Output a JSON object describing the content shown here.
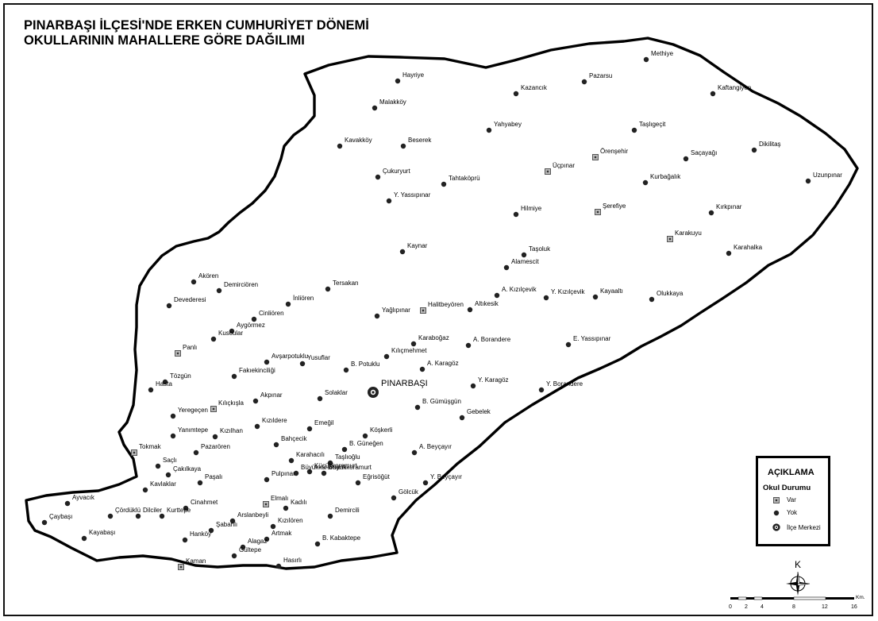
{
  "title": {
    "line1": "PINARBAŞI İLÇESİ'NDE ERKEN CUMHURİYET DÖNEMİ",
    "line2": "OKULLARININ MAHALLERE GÖRE DAĞILIMI"
  },
  "legend": {
    "title": "AÇIKLAMA",
    "subtitle": "Okul Durumu",
    "items": [
      {
        "label": "Var",
        "symbol": "square"
      },
      {
        "label": "Yok",
        "symbol": "dot"
      },
      {
        "label": "İlçe Merkezi",
        "symbol": "center"
      }
    ]
  },
  "north": {
    "label": "K"
  },
  "scale": {
    "ticks": [
      "0",
      "2",
      "4",
      "8",
      "12",
      "16"
    ],
    "unit": "Km."
  },
  "center": {
    "name": "PINARBAŞI"
  },
  "settlements": [
    {
      "name": "Methiye",
      "school": "yok"
    },
    {
      "name": "Pazarsu",
      "school": "yok"
    },
    {
      "name": "Hayriye",
      "school": "yok"
    },
    {
      "name": "Kazancık",
      "school": "yok"
    },
    {
      "name": "Kaftangiyen",
      "school": "yok"
    },
    {
      "name": "Malakköy",
      "school": "yok"
    },
    {
      "name": "Taşlıgeçit",
      "school": "yok"
    },
    {
      "name": "Yahyabey",
      "school": "yok"
    },
    {
      "name": "Kavakköy",
      "school": "yok"
    },
    {
      "name": "Beserek",
      "school": "yok"
    },
    {
      "name": "Dikilitaş",
      "school": "yok"
    },
    {
      "name": "Örenşehir",
      "school": "var"
    },
    {
      "name": "Saçayağı",
      "school": "yok"
    },
    {
      "name": "Çukuryurt",
      "school": "yok"
    },
    {
      "name": "Üçpınar",
      "school": "var"
    },
    {
      "name": "Tahtaköprü",
      "school": "yok"
    },
    {
      "name": "Kurbağalık",
      "school": "yok"
    },
    {
      "name": "Uzunpınar",
      "school": "yok"
    },
    {
      "name": "Y. Yassıpınar",
      "school": "yok"
    },
    {
      "name": "Hilmiye",
      "school": "yok"
    },
    {
      "name": "Şerefiye",
      "school": "var"
    },
    {
      "name": "Kırkpınar",
      "school": "yok"
    },
    {
      "name": "Karakuyu",
      "school": "var"
    },
    {
      "name": "Kaynar",
      "school": "yok"
    },
    {
      "name": "Taşoluk",
      "school": "yok"
    },
    {
      "name": "Karahalka",
      "school": "yok"
    },
    {
      "name": "Alamescit",
      "school": "yok"
    },
    {
      "name": "Akören",
      "school": "yok"
    },
    {
      "name": "Demirciören",
      "school": "yok"
    },
    {
      "name": "Tersakan",
      "school": "yok"
    },
    {
      "name": "A. Kızılçevik",
      "school": "yok"
    },
    {
      "name": "Y. Kızılçevik",
      "school": "yok"
    },
    {
      "name": "Kayaaltı",
      "school": "yok"
    },
    {
      "name": "Olukkaya",
      "school": "yok"
    },
    {
      "name": "Devederesi",
      "school": "yok"
    },
    {
      "name": "İnliören",
      "school": "yok"
    },
    {
      "name": "Halitbeyören",
      "school": "var"
    },
    {
      "name": "Altıkesik",
      "school": "yok"
    },
    {
      "name": "Yağlıpınar",
      "school": "yok"
    },
    {
      "name": "Cinliören",
      "school": "yok"
    },
    {
      "name": "Aygörmez",
      "school": "yok"
    },
    {
      "name": "Kuscular",
      "school": "yok"
    },
    {
      "name": "Karaboğaz",
      "school": "yok"
    },
    {
      "name": "A. Borandere",
      "school": "yok"
    },
    {
      "name": "E. Yassıpınar",
      "school": "yok"
    },
    {
      "name": "Panlı",
      "school": "var"
    },
    {
      "name": "Kılıçmehmet",
      "school": "yok"
    },
    {
      "name": "Avşarpotuklu",
      "school": "yok"
    },
    {
      "name": "Yusuflar",
      "school": "yok"
    },
    {
      "name": "B. Potuklu",
      "school": "yok"
    },
    {
      "name": "A. Karagöz",
      "school": "yok"
    },
    {
      "name": "Fakıekinciliği",
      "school": "yok"
    },
    {
      "name": "Tözgün",
      "school": "yok"
    },
    {
      "name": "Y. Karagöz",
      "school": "yok"
    },
    {
      "name": "Y. Borandere",
      "school": "yok"
    },
    {
      "name": "Hasta",
      "school": "yok"
    },
    {
      "name": "Solaklar",
      "school": "yok"
    },
    {
      "name": "Akpınar",
      "school": "yok"
    },
    {
      "name": "B. Gümüşgün",
      "school": "yok"
    },
    {
      "name": "Kılıçkışla",
      "school": "var"
    },
    {
      "name": "Yeregeçen",
      "school": "yok"
    },
    {
      "name": "Gebelek",
      "school": "yok"
    },
    {
      "name": "Emeğil",
      "school": "yok"
    },
    {
      "name": "Kızıldere",
      "school": "yok"
    },
    {
      "name": "Yanımtepe",
      "school": "yok"
    },
    {
      "name": "Köşkerli",
      "school": "yok"
    },
    {
      "name": "Kızılhan",
      "school": "yok"
    },
    {
      "name": "Bahçecik",
      "school": "yok"
    },
    {
      "name": "B. Güneğen",
      "school": "yok"
    },
    {
      "name": "Pazarören",
      "school": "yok"
    },
    {
      "name": "Tokmak",
      "school": "var"
    },
    {
      "name": "A. Beyçayır",
      "school": "yok"
    },
    {
      "name": "Karahacılı",
      "school": "yok"
    },
    {
      "name": "Taşlıoğlu",
      "school": "yok"
    },
    {
      "name": "Saçlı",
      "school": "yok"
    },
    {
      "name": "Küçükkoramurt",
      "school": "yok"
    },
    {
      "name": "Çakılkaya",
      "school": "yok"
    },
    {
      "name": "Büyükkaramanlı",
      "school": "yok"
    },
    {
      "name": "Pulpınar",
      "school": "yok"
    },
    {
      "name": "Paşalı",
      "school": "yok"
    },
    {
      "name": "Büyükkoramurt",
      "school": "yok"
    },
    {
      "name": "Eğrisöğüt",
      "school": "yok"
    },
    {
      "name": "Y. Beyçayır",
      "school": "yok"
    },
    {
      "name": "Kavlaklar",
      "school": "yok"
    },
    {
      "name": "Gölcük",
      "school": "yok"
    },
    {
      "name": "Elmalı",
      "school": "var"
    },
    {
      "name": "Kadılı",
      "school": "yok"
    },
    {
      "name": "Ayvacık",
      "school": "yok"
    },
    {
      "name": "Cinahmet",
      "school": "yok"
    },
    {
      "name": "Çördüklü",
      "school": "yok"
    },
    {
      "name": "Dilciler",
      "school": "yok"
    },
    {
      "name": "Kurttepe",
      "school": "yok"
    },
    {
      "name": "Demircili",
      "school": "yok"
    },
    {
      "name": "Çaybaşı",
      "school": "yok"
    },
    {
      "name": "Arslanbeyli",
      "school": "yok"
    },
    {
      "name": "Kızılören",
      "school": "yok"
    },
    {
      "name": "Şabanlı",
      "school": "yok"
    },
    {
      "name": "Hanköy",
      "school": "yok"
    },
    {
      "name": "Artmak",
      "school": "yok"
    },
    {
      "name": "Kayabaşı",
      "school": "yok"
    },
    {
      "name": "Alagaz",
      "school": "yok"
    },
    {
      "name": "B. Kabaktepe",
      "school": "yok"
    },
    {
      "name": "Gültepe",
      "school": "yok"
    },
    {
      "name": "Kaman",
      "school": "var"
    },
    {
      "name": "Hasırlı",
      "school": "yok"
    }
  ]
}
